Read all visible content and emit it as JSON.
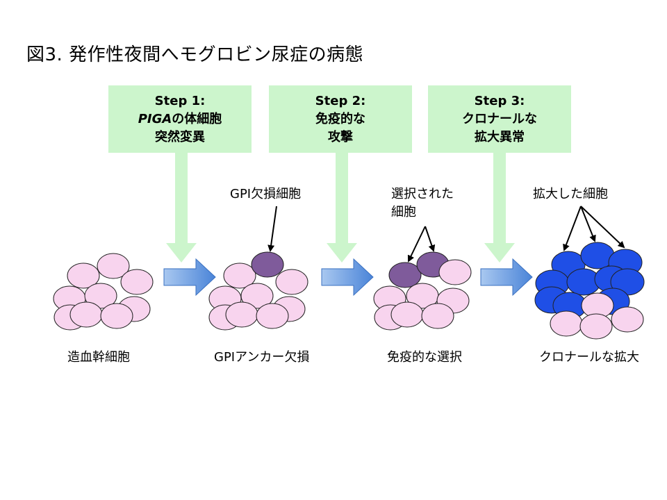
{
  "title": "図3. 発作性夜間へモグロビン尿症の病態",
  "steps": [
    {
      "heading": "Step 1:",
      "line2_italic": "PIGA",
      "line2_rest": "の体細胞",
      "line3": "突然変異"
    },
    {
      "heading": "Step 2:",
      "line2_italic": "",
      "line2_rest": "免疫的な",
      "line3": "攻撃"
    },
    {
      "heading": "Step 3:",
      "line2_italic": "",
      "line2_rest": "クロナールな",
      "line3": "拡大異常"
    }
  ],
  "annotations": {
    "gpi_deficient_cell": "GPI欠損細胞",
    "selected_cell_line1": "選択された",
    "selected_cell_line2": "細胞",
    "expanded_cell": "拡大した細胞"
  },
  "stages": [
    {
      "label": "造血幹細胞"
    },
    {
      "label": "GPIアンカー欠損"
    },
    {
      "label": "免疫的な選択"
    },
    {
      "label": "クロナールな拡大"
    }
  ],
  "colors": {
    "step_box": "#ccf5cc",
    "normal_cell": "#f8d4ee",
    "gpi_deficient_cell": "#7f5b9b",
    "expanded_cell": "#1f4fe6",
    "flow_arrow": "#6fa2e0"
  }
}
